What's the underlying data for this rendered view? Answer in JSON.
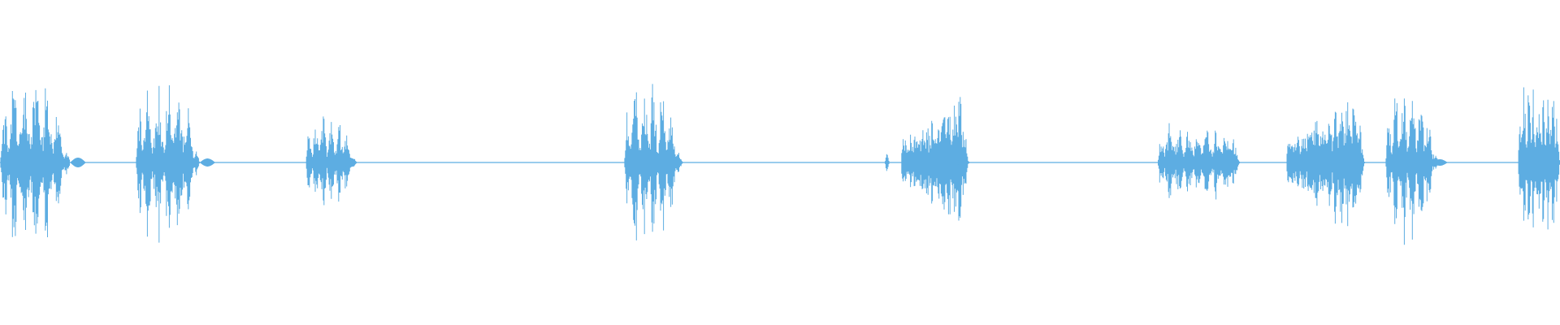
{
  "waveform": {
    "color": "#5dade2",
    "background": "#ffffff",
    "segments": [
      {
        "start": 0.0,
        "end": 0.045,
        "peak": 0.5,
        "shape": "decay"
      },
      {
        "start": 0.087,
        "end": 0.128,
        "peak": 0.49,
        "shape": "decay"
      },
      {
        "start": 0.196,
        "end": 0.228,
        "peak": 0.27,
        "shape": "decay"
      },
      {
        "start": 0.4,
        "end": 0.437,
        "peak": 0.47,
        "shape": "decay"
      },
      {
        "start": 0.567,
        "end": 0.57,
        "peak": 0.05,
        "shape": "burst"
      },
      {
        "start": 0.578,
        "end": 0.621,
        "peak": 0.43,
        "shape": "rise"
      },
      {
        "start": 0.742,
        "end": 0.795,
        "peak": 0.22,
        "shape": "flat"
      },
      {
        "start": 0.825,
        "end": 0.875,
        "peak": 0.44,
        "shape": "rise"
      },
      {
        "start": 0.888,
        "end": 0.922,
        "peak": 0.45,
        "shape": "decay"
      },
      {
        "start": 0.973,
        "end": 1.0,
        "peak": 0.42,
        "shape": "flat"
      }
    ],
    "tails": [
      {
        "at": 0.045,
        "len": 0.01,
        "amp": 0.03
      },
      {
        "at": 0.128,
        "len": 0.01,
        "amp": 0.025
      },
      {
        "at": 0.219,
        "len": 0.01,
        "amp": 0.03
      },
      {
        "at": 0.428,
        "len": 0.01,
        "amp": 0.035
      },
      {
        "at": 0.612,
        "len": 0.01,
        "amp": 0.02
      },
      {
        "at": 0.918,
        "len": 0.01,
        "amp": 0.02
      }
    ]
  }
}
